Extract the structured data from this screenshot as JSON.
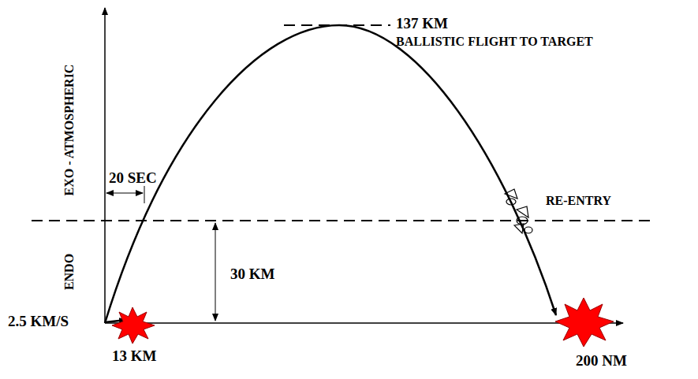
{
  "diagram": {
    "labels": [
      "EXO - ATMOSPHERIC",
      "ENDO",
      "137 KM",
      "BALLISTIC FLIGHT TO TARGET",
      "20 SEC",
      "RE-ENTRY",
      "30 KM",
      "2.5 KM/S",
      "13 KM",
      "200 NM"
    ]
  }
}
